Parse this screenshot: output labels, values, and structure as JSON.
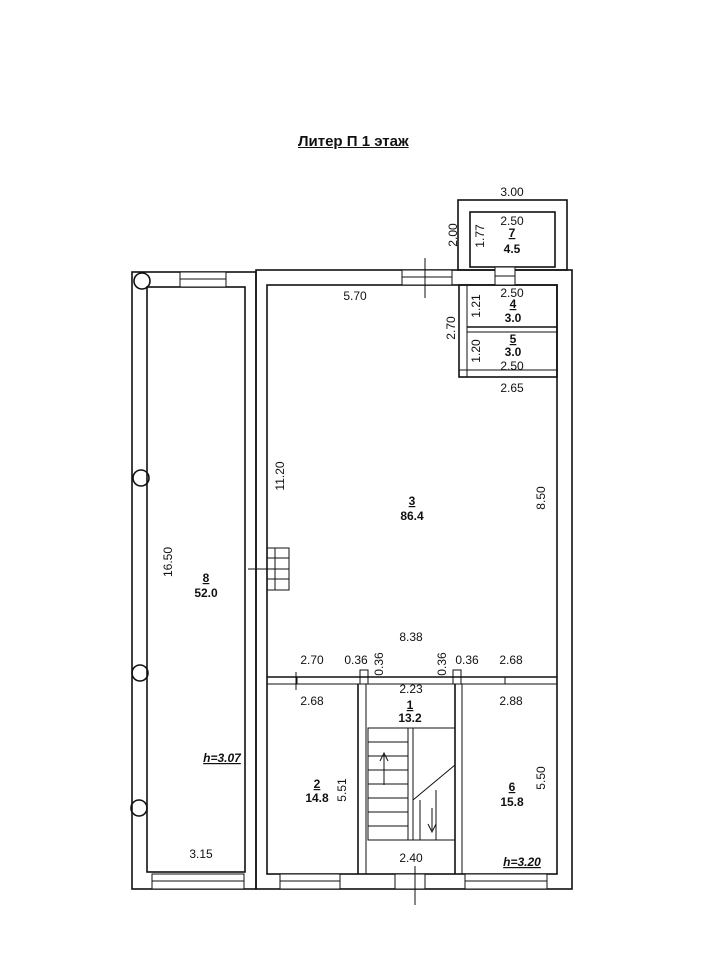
{
  "title": "Литер П  1 этаж",
  "rooms": [
    {
      "number": "1",
      "area": "13.2"
    },
    {
      "number": "2",
      "area": "14.8"
    },
    {
      "number": "3",
      "area": "86.4"
    },
    {
      "number": "4",
      "area": "3.0"
    },
    {
      "number": "5",
      "area": "3.0"
    },
    {
      "number": "6",
      "area": "15.8"
    },
    {
      "number": "7",
      "area": "4.5"
    },
    {
      "number": "8",
      "area": "52.0"
    }
  ],
  "dimensions": {
    "d_3_00": "3.00",
    "d_2_50_a": "2.50",
    "d_2_00": "2.00",
    "d_1_77": "1.77",
    "d_2_50_b": "2.50",
    "d_1_21": "1.21",
    "d_2_70_v": "2.70",
    "d_1_20": "1.20",
    "d_2_50_c": "2.50",
    "d_2_65": "2.65",
    "d_5_70": "5.70",
    "d_11_20": "11.20",
    "d_8_50": "8.50",
    "d_16_50": "16.50",
    "d_8_38": "8.38",
    "d_2_70_h": "2.70",
    "d_0_36_a": "0.36",
    "d_0_36_b": "0.36",
    "d_0_36_c": "0.36",
    "d_0_36_d": "0.36",
    "d_2_68_a": "2.68",
    "d_2_68_b": "2.68",
    "d_2_23": "2.23",
    "d_2_88": "2.88",
    "d_5_51": "5.51",
    "d_5_50": "5.50",
    "d_3_15": "3.15",
    "d_2_40": "2.40"
  },
  "heights": {
    "h_left": "h=3.07",
    "h_right": "h=3.20"
  }
}
